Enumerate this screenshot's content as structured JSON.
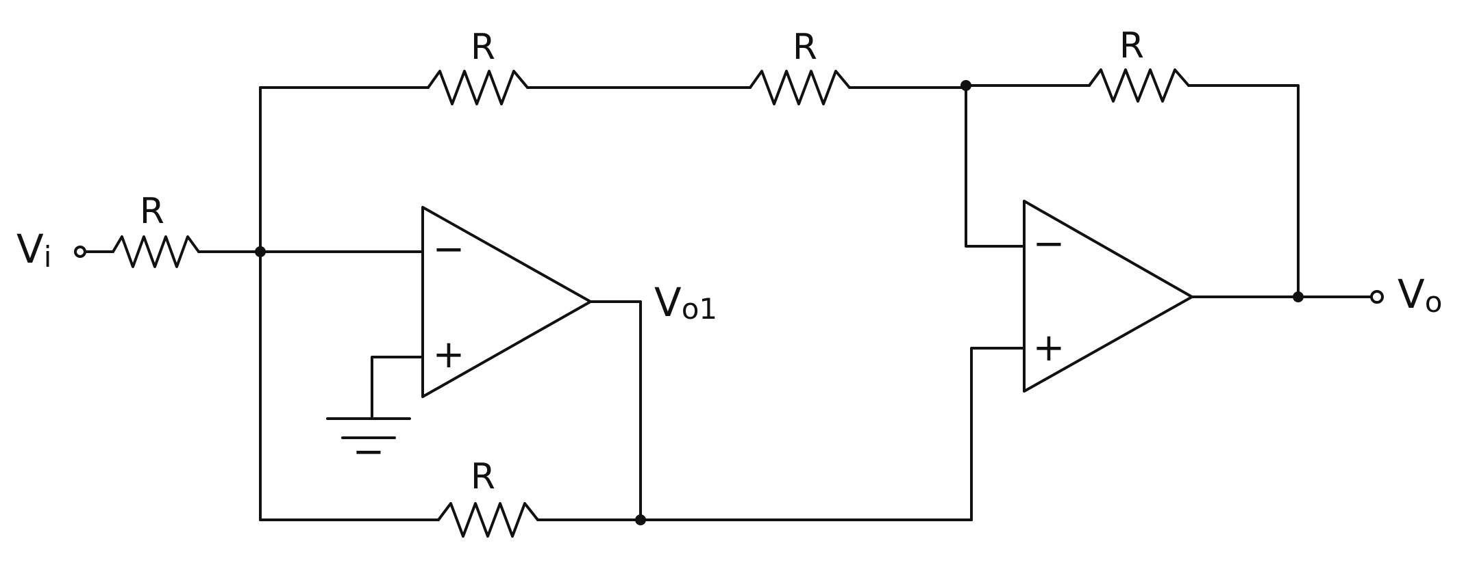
{
  "diagram": {
    "resistors": [
      {
        "id": "r-in",
        "label": "R"
      },
      {
        "id": "r-top-1",
        "label": "R"
      },
      {
        "id": "r-top-2",
        "label": "R"
      },
      {
        "id": "r-top-3",
        "label": "R"
      },
      {
        "id": "r-bottom",
        "label": "R"
      }
    ],
    "terminals": {
      "input": {
        "main": "V",
        "sub": "i"
      },
      "output": {
        "main": "V",
        "sub": "o"
      },
      "intermediate": {
        "main": "V",
        "sub": "o1"
      }
    },
    "opamps": [
      {
        "id": "op1",
        "minus": "−",
        "plus": "+"
      },
      {
        "id": "op2",
        "minus": "−",
        "plus": "+"
      }
    ],
    "ground_symbol_mark": "−"
  }
}
